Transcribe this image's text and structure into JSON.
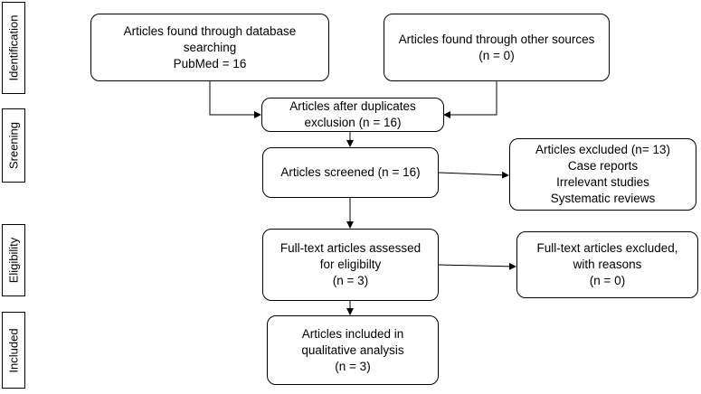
{
  "stages": [
    {
      "id": "identification",
      "label": "Identification"
    },
    {
      "id": "screening",
      "label": "Sreening"
    },
    {
      "id": "eligibility",
      "label": "Eligibility"
    },
    {
      "id": "included",
      "label": "Included"
    }
  ],
  "boxes": {
    "database_search": {
      "lines": [
        "Articles found through database",
        "searching",
        "PubMed = 16"
      ]
    },
    "other_sources": {
      "lines": [
        "Articles found through other sources",
        "(n = 0)"
      ]
    },
    "after_duplicates": {
      "lines": [
        "Articles after duplicates",
        "exclusion (n = 16)"
      ]
    },
    "screened": {
      "lines": [
        "Articles screened (n = 16)"
      ]
    },
    "excluded": {
      "lines": [
        "Articles excluded (n= 13)",
        "Case reports",
        "Irrelevant studies",
        "Systematic reviews"
      ]
    },
    "fulltext_assessed": {
      "lines": [
        "Full-text articles assessed",
        "for eligibilty",
        "(n = 3)"
      ]
    },
    "fulltext_excluded": {
      "lines": [
        "Full-text articles excluded,",
        "with reasons",
        "(n = 0)"
      ]
    },
    "included": {
      "lines": [
        "Articles included in",
        "qualitative analysis",
        "(n = 3)"
      ]
    }
  }
}
